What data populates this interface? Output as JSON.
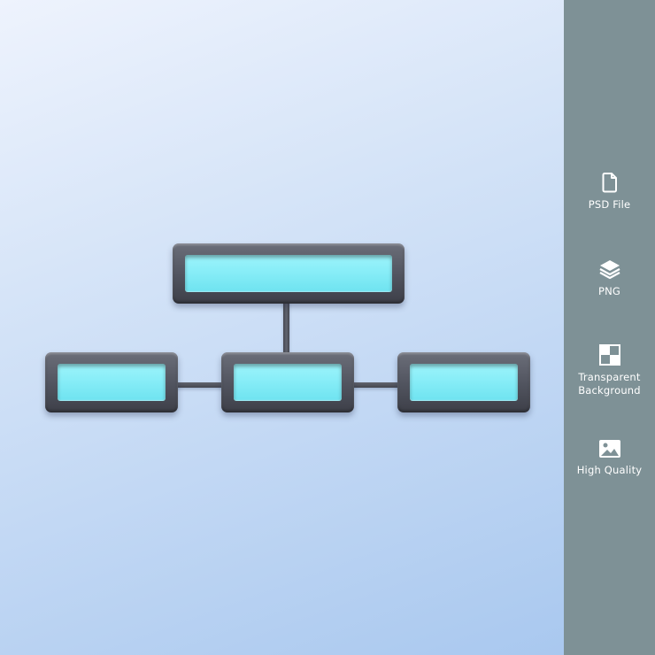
{
  "colors": {
    "background_top": "#eef3fd",
    "background_bottom": "#a9c8ef",
    "sidebar": "#7e9196",
    "node_frame": "#50535e",
    "node_screen": "#8aeef8",
    "text": "#ffffff"
  },
  "illustration": {
    "name": "hierarchy-chart",
    "nodes": [
      "top",
      "left",
      "center",
      "right"
    ]
  },
  "sidebar": {
    "features": [
      {
        "icon": "file-icon",
        "label": "PSD File"
      },
      {
        "icon": "layers-icon",
        "label": "PNG"
      },
      {
        "icon": "checkerboard-icon",
        "label": "Transparent Background"
      },
      {
        "icon": "image-icon",
        "label": "High Quality"
      }
    ]
  }
}
